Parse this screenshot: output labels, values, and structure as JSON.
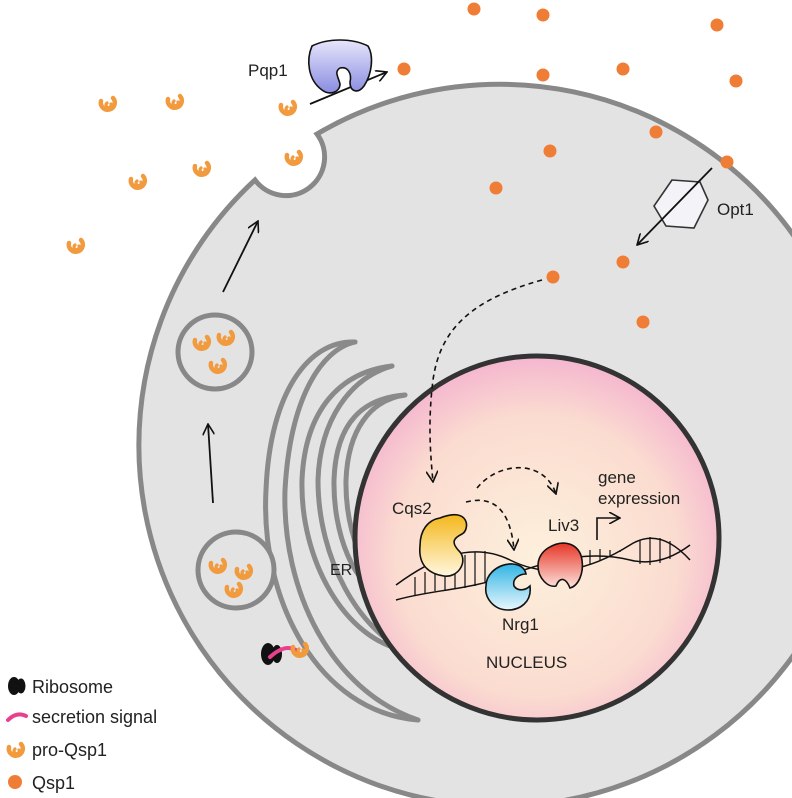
{
  "labels": {
    "pqp1": "Pqp1",
    "opt1": "Opt1",
    "cqs2": "Cqs2",
    "nrg1": "Nrg1",
    "liv3": "Liv3",
    "gene_expression_line1": "gene",
    "gene_expression_line2": "expression",
    "er": "ER",
    "nucleus": "NUCLEUS"
  },
  "legend": {
    "items": [
      {
        "icon": "ribosome-icon",
        "label": "Ribosome"
      },
      {
        "icon": "secretion-signal-icon",
        "label": "secretion signal"
      },
      {
        "icon": "pro-qsp1-icon",
        "label": "pro-Qsp1"
      },
      {
        "icon": "qsp1-icon",
        "label": "Qsp1"
      }
    ]
  },
  "colors": {
    "cell_fill": "#e3e3e3",
    "membrane": "#888888",
    "qsp1": "#f07d35",
    "pro_qsp1": "#f19a3e",
    "secretion_signal": "#e8408e",
    "ribosome": "#111111",
    "nucleus_center": "#fdebd6",
    "nucleus_edge": "#f6bfd4",
    "cqs2": "#f7c623",
    "nrg1": "#3fbde6",
    "liv3": "#e83a2e",
    "pqp1": "#7d7fd6"
  }
}
